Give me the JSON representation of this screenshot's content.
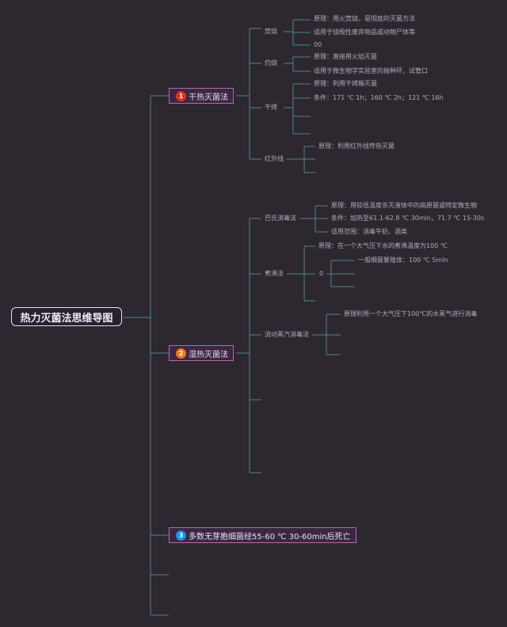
{
  "root": "热力灭菌法思维导图",
  "categories": [
    {
      "num": "1",
      "label": "干热灭菌法",
      "color": "#e0301e"
    },
    {
      "num": "2",
      "label": "湿热灭菌法",
      "color": "#ea7a1a"
    },
    {
      "num": "3",
      "label": "多数无芽胞细菌经55-60 ℃ 30-60min后死亡",
      "color": "#1e8fe0"
    }
  ],
  "dry": {
    "burn": {
      "label": "焚烧",
      "lines": [
        "原理：用火焚烧，是彻底的灭菌方法",
        "适用于烧毁性废弃物品或动物尸体等",
        "00"
      ]
    },
    "scorch": {
      "label": "灼烧",
      "lines": [
        "原理：直接用火焰灭菌",
        "适用于微生物学实验室的接种环、试管口"
      ]
    },
    "oven": {
      "label": "干烤",
      "lines": [
        "原理：利用干烤箱灭菌",
        "条件：171 ℃ 1h；160 ℃ 2h；121 ℃ 16h"
      ]
    },
    "infrared": {
      "label": "红外线",
      "lines": [
        "原理：利用红外线传热灭菌"
      ]
    }
  },
  "wet": {
    "pasteur": {
      "label": "巴氏消毒法",
      "lines": [
        "原理：用较低温度杀灭液体中的病原菌或特定微生物",
        "条件：加热至61.1-62.8 ℃ 30min，71.7 ℃ 15-30s",
        "适用范围：消毒牛奶、酒类"
      ]
    },
    "boil": {
      "label": "煮沸法",
      "lines": [
        "原理：在一个大气压下水的煮沸温度为100 ℃"
      ],
      "sub_label": "0",
      "sub_lines": [
        "一般细菌繁殖体：100 ℃ 5min"
      ]
    },
    "flow": {
      "label": "流动蒸汽消毒法",
      "lines": [
        "原理利用一个大气压下100℃的水蒸气进行消毒"
      ]
    }
  }
}
